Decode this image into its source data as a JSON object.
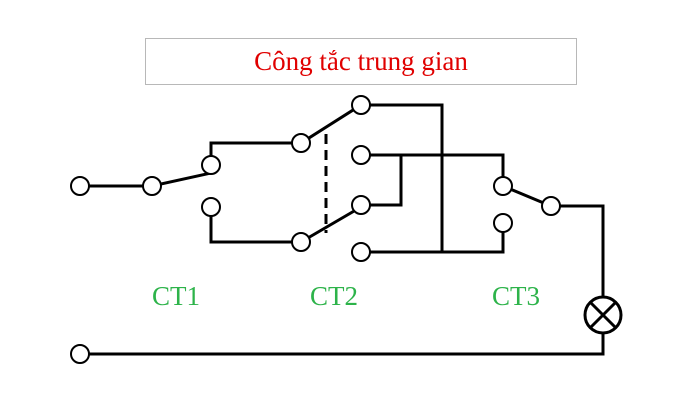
{
  "title": "Công tắc trung gian",
  "colors": {
    "title": "#e00000",
    "labels": "#2db34a",
    "wire": "#000000",
    "terminal_fill": "#ffffff"
  },
  "labels": {
    "ct1": "CT1",
    "ct2": "CT2",
    "ct3": "CT3"
  },
  "icons": {
    "lamp": "lamp-symbol-icon"
  }
}
